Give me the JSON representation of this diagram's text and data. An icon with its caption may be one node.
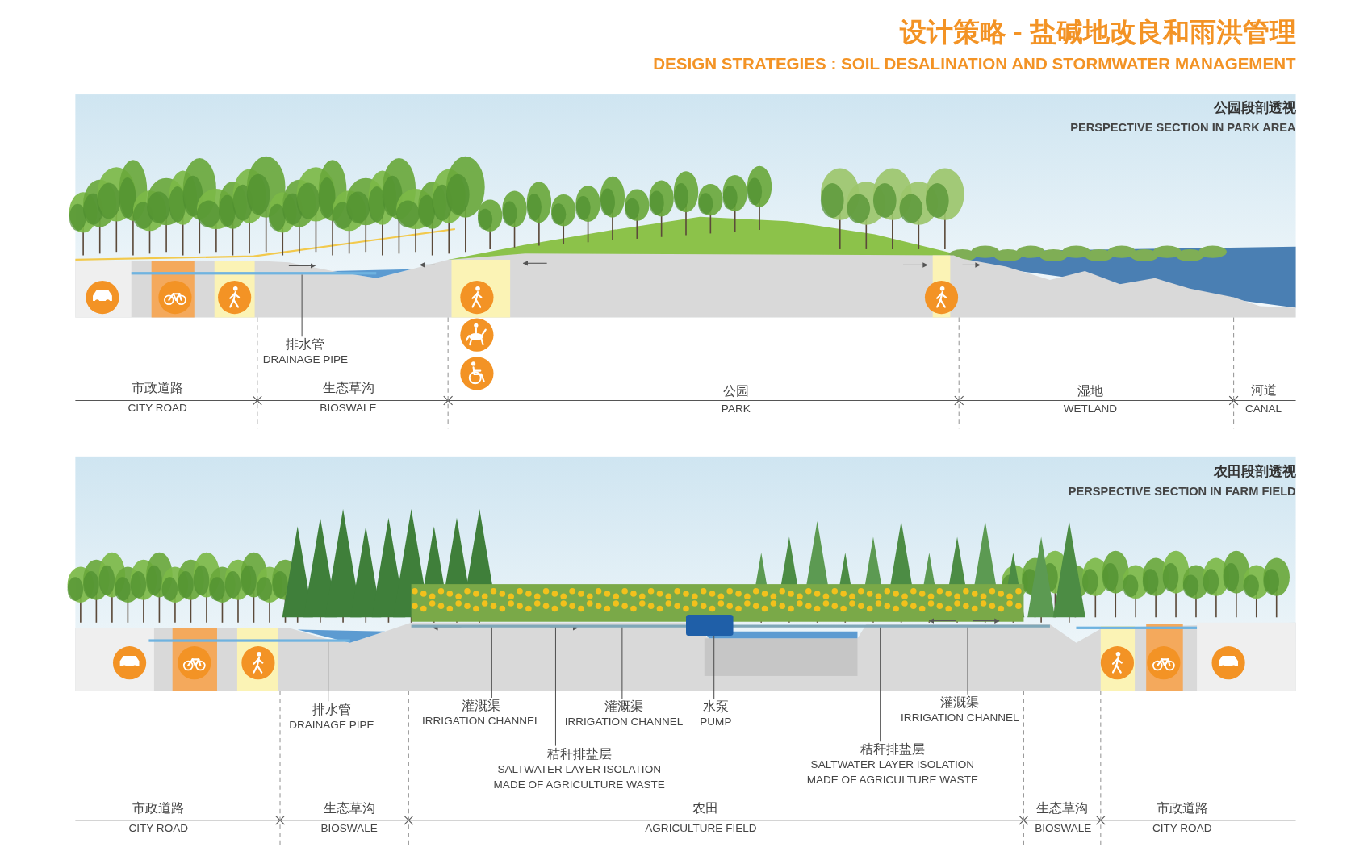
{
  "diagram": {
    "title": "设计策略 - 盐碱地改良和雨洪管理",
    "nodes": [
      {
        "text": [
          "排水管",
          "DRAINAGE PIPE"
        ]
      },
      {
        "text": [
          "排水管",
          "DRAINAGE PIPE"
        ]
      },
      {
        "text": [
          "灌溉渠",
          "IRRIGATION CHANNEL"
        ]
      },
      {
        "text": [
          "秸秆排盐层",
          "SALTWATER LAYER ISOLATION MADE OF AGRICULTURE WASTE"
        ]
      },
      {
        "text": [
          "灌溉渠",
          "IRRIGATION CHANNEL"
        ]
      },
      {
        "text": [
          "水泵",
          "PUMP"
        ]
      },
      {
        "text": [
          "秸秆排盐层",
          "SALTWATER LAYER ISOLATION MADE OF AGRICULTURE WASTE"
        ]
      },
      {
        "text": [
          "灌溉渠",
          "IRRIGATION CHANNEL"
        ]
      },
      {
        "text": [],
        "shape": "bar"
      },
      {
        "text": [],
        "shape": "bar"
      },
      {
        "text": [],
        "shape": "bar"
      },
      {
        "text": [],
        "shape": "box"
      }
    ],
    "edges": [
      {
        "from": 0,
        "to": 8,
        "arrow": "none"
      },
      {
        "from": 1,
        "to": 9,
        "arrow": "none"
      },
      {
        "from": 2,
        "to": 10,
        "arrow": "none"
      },
      {
        "from": 3,
        "to": 10,
        "arrow": "none"
      },
      {
        "from": 4,
        "to": 10,
        "arrow": "none"
      },
      {
        "from": 5,
        "to": 11,
        "arrow": "none"
      },
      {
        "from": 6,
        "to": 10,
        "arrow": "none"
      },
      {
        "from": 7,
        "to": 10,
        "arrow": "none"
      }
    ],
    "labels": [
      "DESIGN STRATEGIES : SOIL DESALINATION AND STORMWATER MANAGEMENT",
      "公园段剖透视",
      "PERSPECTIVE SECTION IN PARK AREA",
      "市政道路",
      "CITY ROAD",
      "生态草沟",
      "BIOSWALE",
      "公园",
      "PARK",
      "湿地",
      "WETLAND",
      "河道",
      "CANAL",
      "农田段剖透视",
      "PERSPECTIVE SECTION IN FARM FIELD",
      "市政道路",
      "CITY ROAD",
      "生态草沟",
      "BIOSWALE",
      "农田",
      "AGRICULTURE FIELD",
      "生态草沟",
      "BIOSWALE",
      "市政道路",
      "CITY ROAD"
    ]
  }
}
